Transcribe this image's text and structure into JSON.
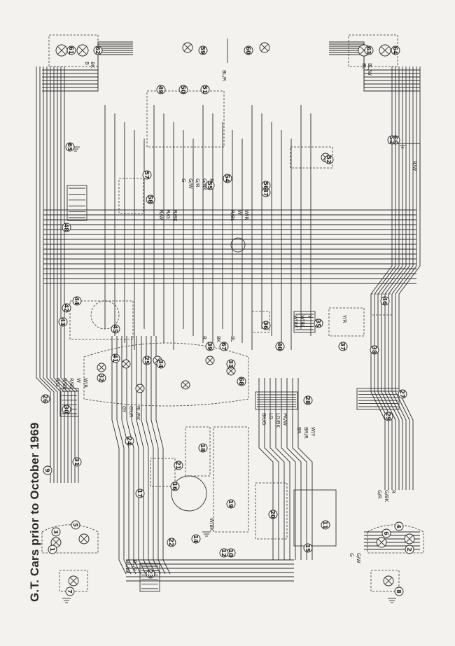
{
  "title": "G.T. Cars prior to October 1969",
  "component_numbers": [
    "1",
    "2",
    "3",
    "4",
    "5",
    "6",
    "7",
    "8",
    "9",
    "10",
    "11",
    "12",
    "14",
    "15",
    "16",
    "17",
    "18",
    "19",
    "20",
    "21",
    "22",
    "23",
    "24",
    "25",
    "26",
    "27",
    "28",
    "29",
    "30",
    "31",
    "32",
    "33",
    "34",
    "35",
    "36",
    "37",
    "38",
    "39",
    "40",
    "41",
    "42",
    "43",
    "44",
    "45",
    "46",
    "47",
    "48",
    "49",
    "50",
    "51",
    "52",
    "53",
    "54",
    "55",
    "56",
    "57",
    "58",
    "59",
    "60",
    "61",
    "62",
    "63",
    "64",
    "65",
    "66",
    "67",
    "68"
  ],
  "wire_codes": [
    "B",
    "BK",
    "BL",
    "BL/W",
    "BL/R",
    "G",
    "G/W",
    "G/R",
    "G/BK",
    "R",
    "R/W",
    "R/G",
    "R/BK",
    "R/BL",
    "W",
    "W/R",
    "W/BK",
    "W/BL",
    "Y",
    "Y/R",
    "GY",
    "GY/R",
    "BL/BK",
    "BK/G",
    "LG",
    "LG/BK",
    "PK/W",
    "BR",
    "BR/R",
    "W/Y"
  ],
  "colors": {
    "background": "#f4f2ef",
    "ink": "#2b2b2b"
  }
}
